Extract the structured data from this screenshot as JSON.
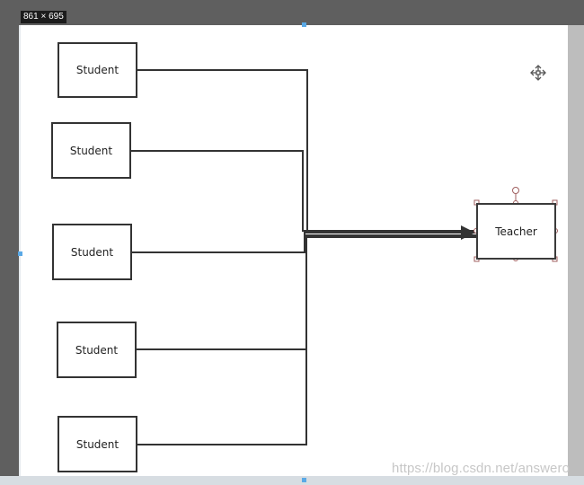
{
  "overlay": {
    "dimensions": "861 × 695",
    "watermark": "https://blog.csdn.net/answero"
  },
  "nodes": [
    {
      "id": "student-1",
      "label": "Student"
    },
    {
      "id": "student-2",
      "label": "Student"
    },
    {
      "id": "student-3",
      "label": "Student"
    },
    {
      "id": "student-4",
      "label": "Student"
    },
    {
      "id": "student-5",
      "label": "Student"
    },
    {
      "id": "teacher",
      "label": "Teacher"
    }
  ],
  "edges": [
    {
      "from": "student-1",
      "to": "teacher"
    },
    {
      "from": "student-2",
      "to": "teacher"
    },
    {
      "from": "student-3",
      "to": "teacher"
    },
    {
      "from": "student-4",
      "to": "teacher"
    },
    {
      "from": "student-5",
      "to": "teacher"
    }
  ],
  "icons": {
    "move": "move-icon"
  },
  "colors": {
    "canvas": "#ffffff",
    "stroke": "#333333",
    "selection_handle": "#a06060",
    "background": "#5f5f5f"
  }
}
